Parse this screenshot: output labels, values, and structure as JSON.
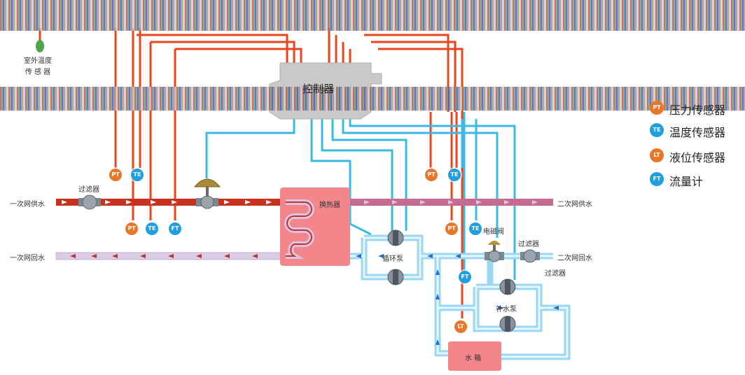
{
  "colors": {
    "supply_pipe": "#c8321e",
    "return_pipe": "#d9cde6",
    "signal_red": "#e8461f",
    "signal_blue": "#3cb8e6",
    "orange_badge": "#e9772a",
    "blue_badge": "#1f9fe0",
    "box_fill": "#f2868b"
  },
  "sensors": {
    "outdoor": [
      "室外温度",
      "传 感 器"
    ]
  },
  "controller": {
    "label": "控制器"
  },
  "labels": {
    "primary_supply": "一次网供水",
    "primary_return": "一次网回水",
    "secondary_supply": "二次网供水",
    "secondary_return": "二次网回水",
    "filter_1": "过滤器",
    "filter_2": "过滤器",
    "filter_3": "过滤器",
    "heat_exchanger": "换热器",
    "circulation_pump": "循环泵",
    "solenoid_valve": "电磁阀",
    "makeup_pump": "补水泵",
    "water_tank": "水  箱"
  },
  "badges": {
    "pt": "PT",
    "te": "TE",
    "lt": "LT",
    "ft": "FT"
  },
  "legend": [
    {
      "code": "PT",
      "label": "压力传感器",
      "icon": "pressure-sensor-icon"
    },
    {
      "code": "TE",
      "label": "温度传感器",
      "icon": "temperature-sensor-icon"
    },
    {
      "code": "LT",
      "label": "液位传感器",
      "icon": "level-sensor-icon"
    },
    {
      "code": "FT",
      "label": "流量计",
      "icon": "flowmeter-icon"
    }
  ]
}
